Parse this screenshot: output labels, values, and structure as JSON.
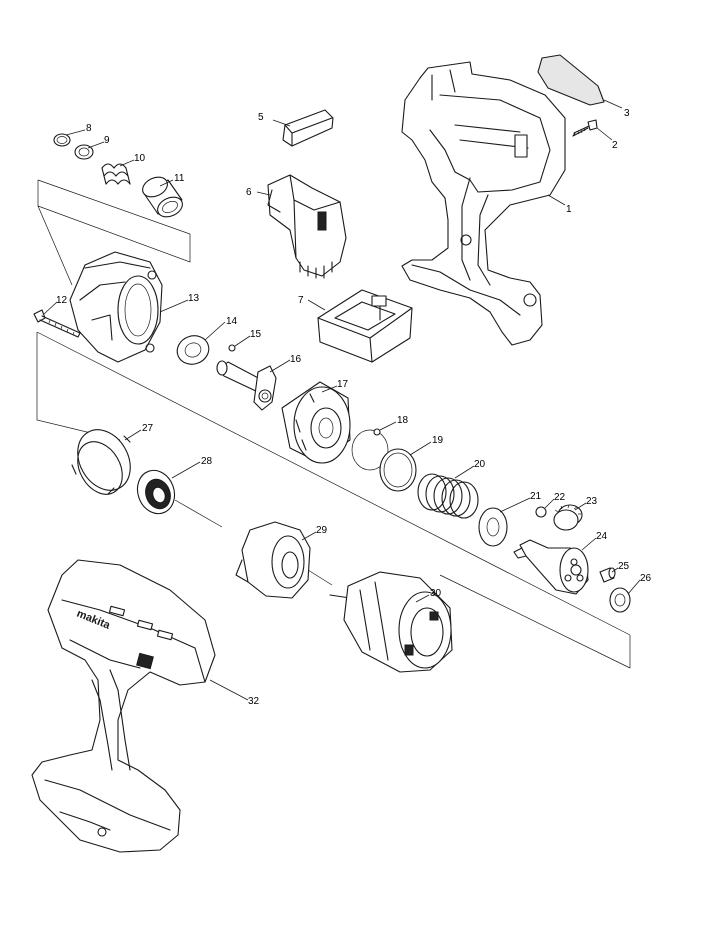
{
  "diagram": {
    "type": "exploded-parts-view",
    "brand_text": "makita",
    "parts": [
      {
        "id": "1",
        "label": "1"
      },
      {
        "id": "2",
        "label": "2"
      },
      {
        "id": "3",
        "label": "3"
      },
      {
        "id": "5",
        "label": "5"
      },
      {
        "id": "6",
        "label": "6"
      },
      {
        "id": "7",
        "label": "7"
      },
      {
        "id": "8",
        "label": "8"
      },
      {
        "id": "9",
        "label": "9"
      },
      {
        "id": "10",
        "label": "10"
      },
      {
        "id": "11",
        "label": "11"
      },
      {
        "id": "12",
        "label": "12"
      },
      {
        "id": "13",
        "label": "13"
      },
      {
        "id": "14",
        "label": "14"
      },
      {
        "id": "15",
        "label": "15"
      },
      {
        "id": "16",
        "label": "16"
      },
      {
        "id": "17",
        "label": "17"
      },
      {
        "id": "18",
        "label": "18"
      },
      {
        "id": "19",
        "label": "19"
      },
      {
        "id": "20",
        "label": "20"
      },
      {
        "id": "21",
        "label": "21"
      },
      {
        "id": "22",
        "label": "22"
      },
      {
        "id": "23",
        "label": "23"
      },
      {
        "id": "24",
        "label": "24"
      },
      {
        "id": "25",
        "label": "25"
      },
      {
        "id": "26",
        "label": "26"
      },
      {
        "id": "27",
        "label": "27"
      },
      {
        "id": "28",
        "label": "28"
      },
      {
        "id": "29",
        "label": "29"
      },
      {
        "id": "30",
        "label": "30"
      },
      {
        "id": "32",
        "label": "32"
      }
    ]
  }
}
